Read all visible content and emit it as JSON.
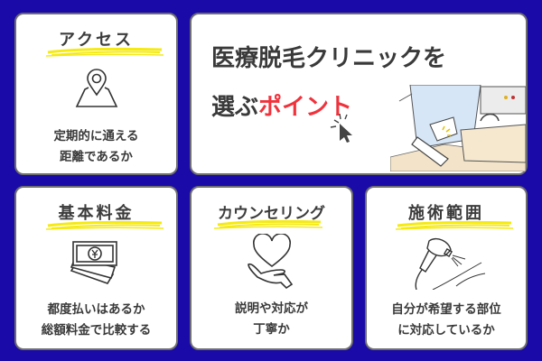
{
  "headline": {
    "line1": "医療脱毛クリニックを",
    "line2_prefix": "選ぶ",
    "line2_accent": "ポイント"
  },
  "cards": [
    {
      "title": "アクセス",
      "icon": "map-pin-icon",
      "desc_line1": "定期的に通える",
      "desc_line2": "距離であるか"
    },
    {
      "title": "基本料金",
      "icon": "yen-banknotes-icon",
      "desc_line1": "都度払いはあるか",
      "desc_line2": "総額料金で比較する"
    },
    {
      "title": "カウンセリング",
      "icon": "heart-in-hand-icon",
      "desc_line1": "説明や対応が",
      "desc_line2": "丁寧か"
    },
    {
      "title": "施術範囲",
      "icon": "laser-device-icon",
      "desc_line1": "自分が希望する部位",
      "desc_line2": "に対応しているか"
    }
  ],
  "colors": {
    "background": "#1a0aa8",
    "card": "#ffffff",
    "card_border": "#6e6e6e",
    "text": "#3a3a3a",
    "accent_red": "#f0323c",
    "highlight_yellow": "#f5ea14"
  }
}
